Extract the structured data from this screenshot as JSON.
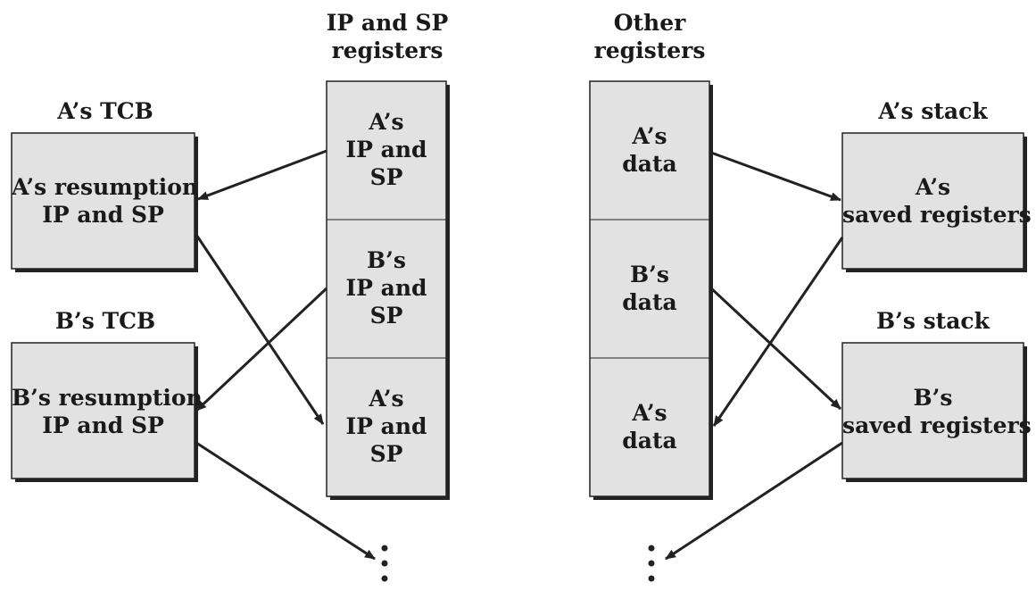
{
  "headers": {
    "ip_sp_line1": "IP and SP",
    "ip_sp_line2": "registers",
    "other_line1": "Other",
    "other_line2": "registers",
    "a_tcb": "A’s TCB",
    "b_tcb": "B’s TCB",
    "a_stack": "A’s stack",
    "b_stack": "B’s stack"
  },
  "tcb_boxes": {
    "a": {
      "line1": "A’s resumption",
      "line2": "IP and SP"
    },
    "b": {
      "line1": "B’s resumption",
      "line2": "IP and SP"
    }
  },
  "stack_boxes": {
    "a": {
      "line1": "A’s",
      "line2": "saved registers"
    },
    "b": {
      "line1": "B’s",
      "line2": "saved registers"
    }
  },
  "ip_sp_cells": [
    {
      "line1": "A’s",
      "line2": "IP and",
      "line3": "SP"
    },
    {
      "line1": "B’s",
      "line2": "IP and",
      "line3": "SP"
    },
    {
      "line1": "A’s",
      "line2": "IP and",
      "line3": "SP"
    }
  ],
  "other_cells": [
    {
      "line1": "A’s",
      "line2": "data"
    },
    {
      "line1": "B’s",
      "line2": "data"
    },
    {
      "line1": "A’s",
      "line2": "data"
    }
  ],
  "colors": {
    "box_fill": "#e2e2e2",
    "shadow": "#222222",
    "stroke": "#222222"
  }
}
